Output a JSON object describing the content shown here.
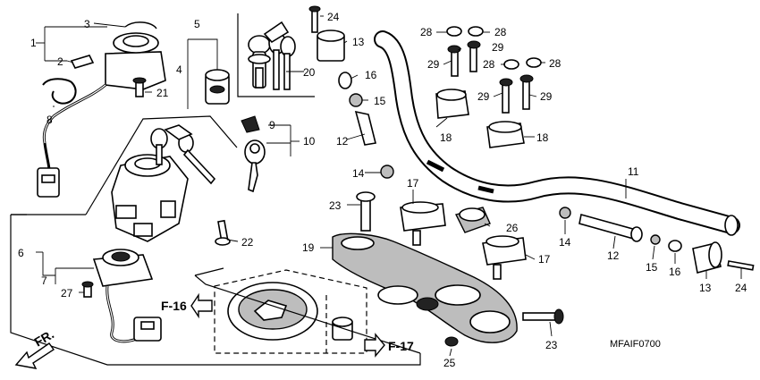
{
  "diagram": {
    "drawing_code": "MFAIF0700",
    "ref_f16": "F-16",
    "ref_f17": "F-17",
    "front_label": "FR.",
    "callouts": {
      "c1": "1",
      "c2": "2",
      "c3": "3",
      "c4": "4",
      "c5": "5",
      "c6": "6",
      "c7": "7",
      "c8": "8",
      "c9": "9",
      "c10": "10",
      "c11": "11",
      "c12a": "12",
      "c12b": "12",
      "c13a": "13",
      "c13b": "13",
      "c14a": "14",
      "c14b": "14",
      "c15a": "15",
      "c15b": "15",
      "c16a": "16",
      "c16b": "16",
      "c17a": "17",
      "c17b": "17",
      "c18a": "18",
      "c18b": "18",
      "c19": "19",
      "c20": "20",
      "c21": "21",
      "c22": "22",
      "c23a": "23",
      "c23b": "23",
      "c24a": "24",
      "c24b": "24",
      "c25": "25",
      "c26": "26",
      "c27": "27",
      "c28a": "28",
      "c28b": "28",
      "c28c": "28",
      "c28d": "28",
      "c29a": "29",
      "c29b": "29",
      "c29c": "29",
      "c29d": "29"
    }
  }
}
